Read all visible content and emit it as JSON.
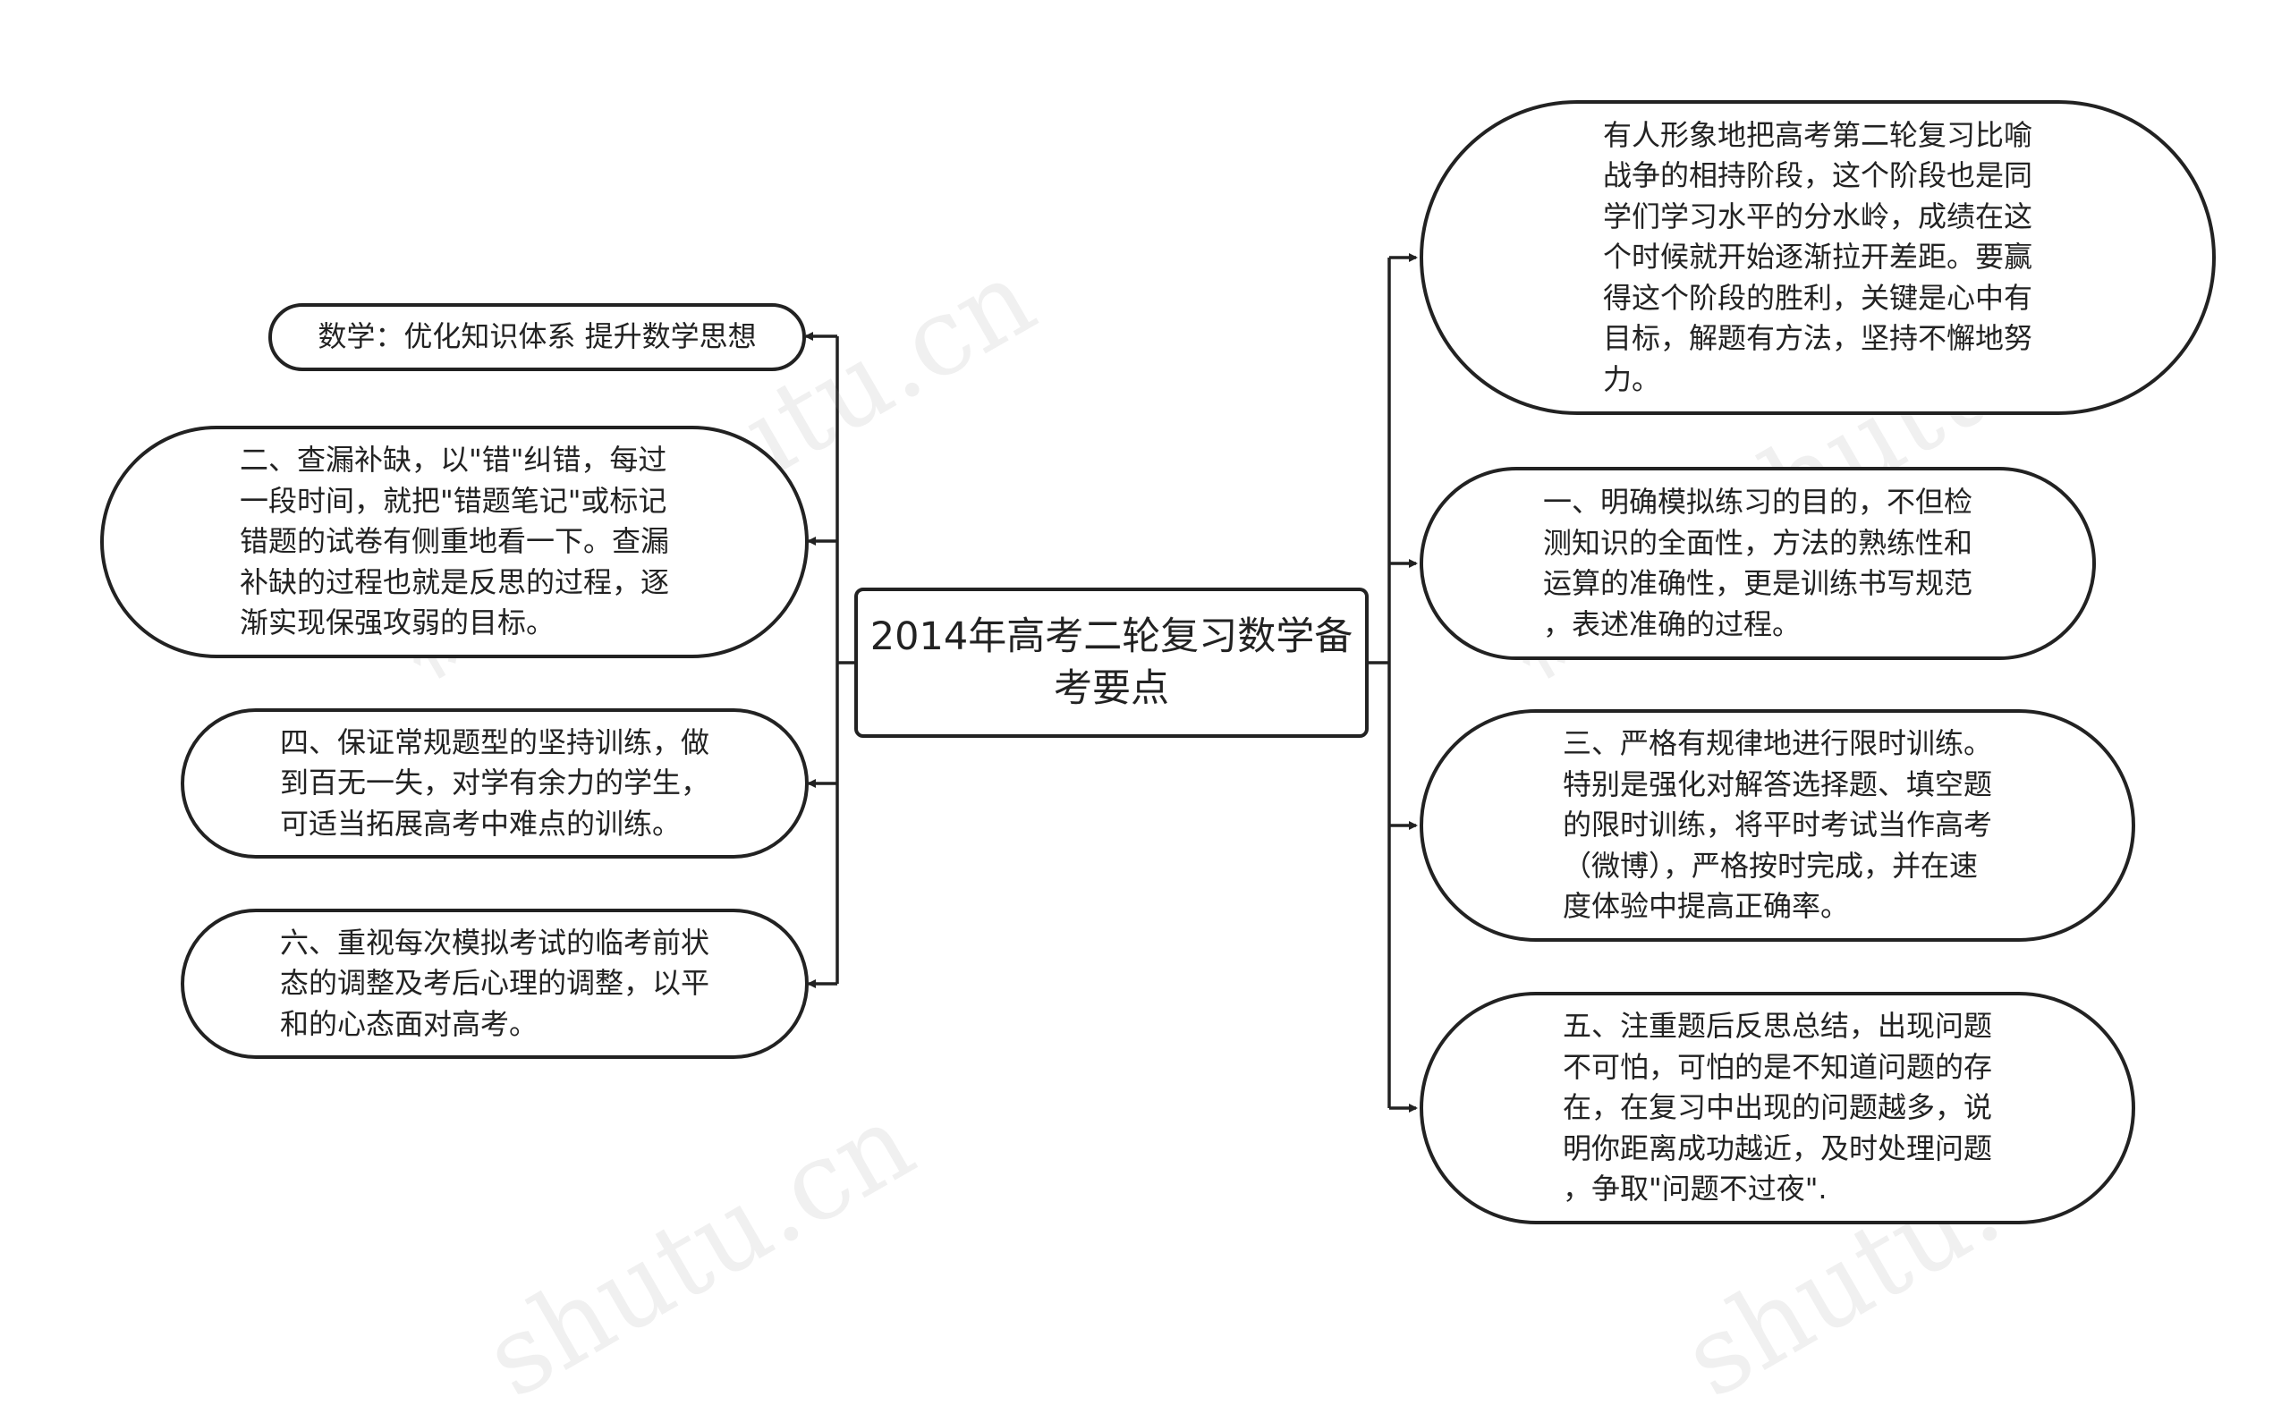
{
  "center": {
    "title": "2014年高考二轮复习数学备考要点"
  },
  "left_nodes": [
    {
      "id": "l1",
      "text": "数学：优化知识体系 提升数学思想"
    },
    {
      "id": "l2",
      "text": "二、查漏补缺，以\"错\"纠错，每过\n一段时间，就把\"错题笔记\"或标记\n错题的试卷有侧重地看一下。查漏\n补缺的过程也就是反思的过程，逐\n渐实现保强攻弱的目标。"
    },
    {
      "id": "l3",
      "text": "四、保证常规题型的坚持训练，做\n到百无一失，对学有余力的学生，\n可适当拓展高考中难点的训练。"
    },
    {
      "id": "l4",
      "text": "六、重视每次模拟考试的临考前状\n态的调整及考后心理的调整，以平\n和的心态面对高考。"
    }
  ],
  "right_nodes": [
    {
      "id": "r1",
      "text": "有人形象地把高考第二轮复习比喻\n战争的相持阶段，这个阶段也是同\n学们学习水平的分水岭，成绩在这\n个时候就开始逐渐拉开差距。要赢\n得这个阶段的胜利，关键是心中有\n目标，解题有方法，坚持不懈地努\n力。"
    },
    {
      "id": "r2",
      "text": "一、明确模拟练习的目的，不但检\n测知识的全面性，方法的熟练性和\n运算的准确性，更是训练书写规范\n，表述准确的过程。"
    },
    {
      "id": "r3",
      "text": "三、严格有规律地进行限时训练。\n特别是强化对解答选择题、填空题\n的限时训练，将平时考试当作高考\n（微博），严格按时完成，并在速\n度体验中提高正确率。"
    },
    {
      "id": "r4",
      "text": "五、注重题后反思总结，出现问题\n不可怕，可怕的是不知道问题的存\n在，在复习中出现的问题越多，说\n明你距离成功越近，及时处理问题\n，争取\"问题不过夜\"."
    }
  ],
  "watermark": {
    "text": "树图 shutu.cn",
    "text_b": "shutu.cn"
  },
  "colors": {
    "line": "#222222",
    "node_border": "#222222",
    "background": "#ffffff"
  }
}
